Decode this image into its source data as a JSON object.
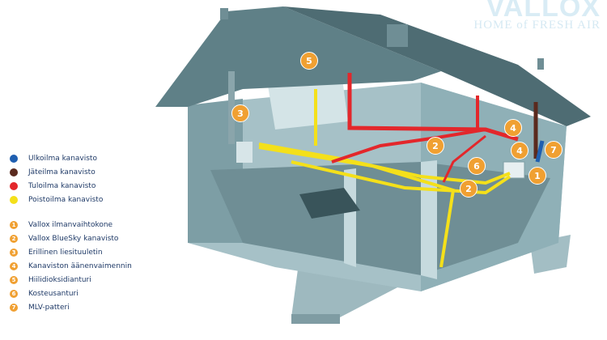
{
  "brand": {
    "name": "VALLOX",
    "tagline": "HOME of FRESH AIR"
  },
  "duct_legend": [
    {
      "label": "Ulkoilma kanavisto",
      "color": "#1f5fb0"
    },
    {
      "label": "Jäteilma kanavisto",
      "color": "#5a2a1e"
    },
    {
      "label": "Tuloilma kanavisto",
      "color": "#e3272b"
    },
    {
      "label": "Poistoilma kanavisto",
      "color": "#f4e01a"
    }
  ],
  "component_legend": [
    {
      "num": "1",
      "label": "Vallox ilmanvaihtokone"
    },
    {
      "num": "2",
      "label": "Vallox BlueSky kanavisto"
    },
    {
      "num": "3",
      "label": "Erillinen liesituuletin"
    },
    {
      "num": "4",
      "label": "Kanaviston äänenvaimennin"
    },
    {
      "num": "5",
      "label": "Hiilidioksidianturi"
    },
    {
      "num": "6",
      "label": "Kosteusanturi"
    },
    {
      "num": "7",
      "label": "MLV-patteri"
    }
  ],
  "badges": [
    "5",
    "3",
    "2",
    "4",
    "4",
    "7",
    "6",
    "2",
    "1"
  ],
  "colors": {
    "roof": "#5f8087",
    "wall": "#a6c1c7",
    "wall_dark": "#7d9ea5",
    "badge": "#f0a032"
  }
}
